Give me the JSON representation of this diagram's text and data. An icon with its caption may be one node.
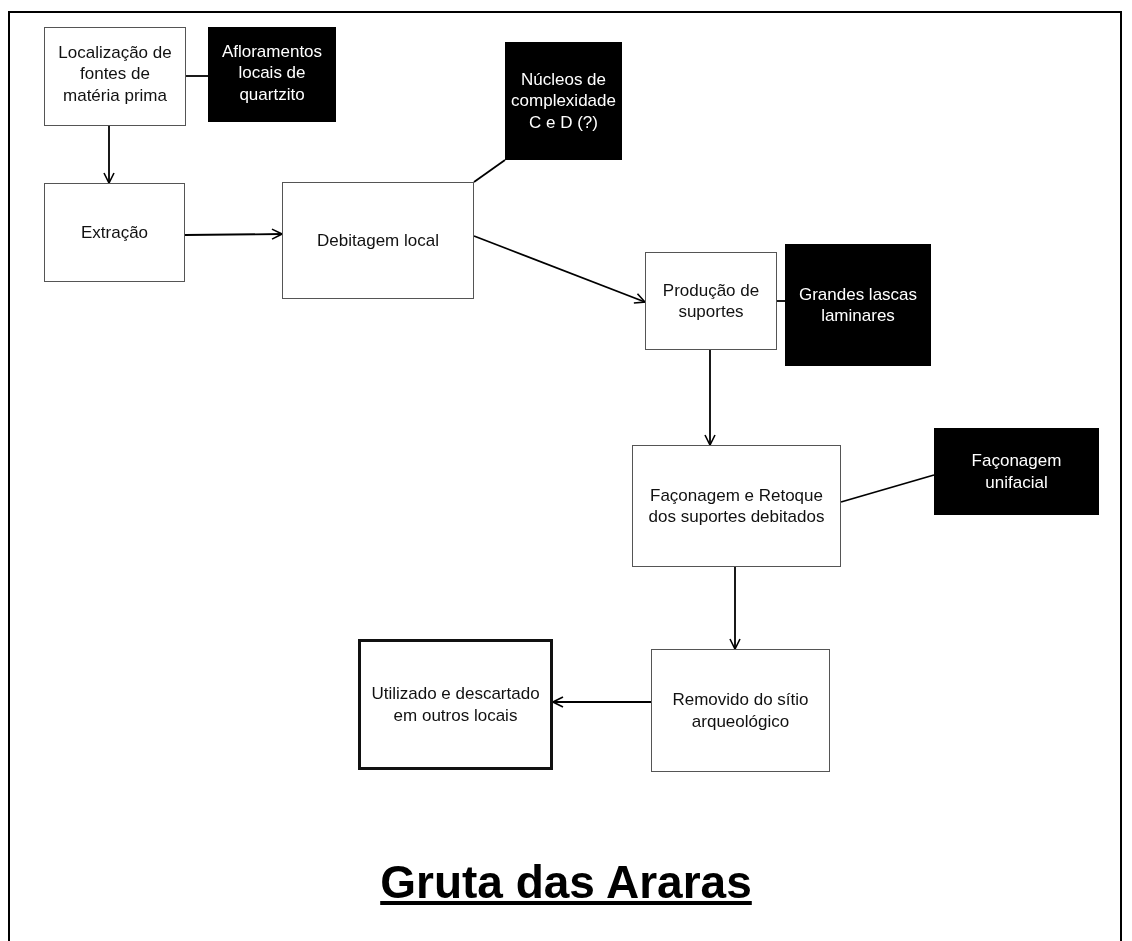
{
  "diagram": {
    "title": "Gruta das Araras",
    "nodes": [
      {
        "text": [
          "Localização de fontes de matéria prima"
        ]
      },
      {
        "text": [
          "Afloramentos locais de quartzito"
        ]
      },
      {
        "text": [
          "Núcleos de complexidade C e D (?)"
        ]
      },
      {
        "text": [
          "Extração"
        ]
      },
      {
        "text": [
          "Debitagem local"
        ]
      },
      {
        "text": [
          "Produção de suportes"
        ]
      },
      {
        "text": [
          "Grandes lascas laminares"
        ]
      },
      {
        "text": [
          "Façonagem e Retoque dos suportes debitados"
        ]
      },
      {
        "text": [
          "Façonagem unifacial"
        ]
      },
      {
        "text": [
          "Removido do sítio arqueológico"
        ]
      },
      {
        "text": [
          "Utilizado e descartado em outros locais"
        ]
      }
    ],
    "edges": [
      {
        "from": 0,
        "to": 1,
        "arrow": "none"
      },
      {
        "from": 0,
        "to": 3,
        "arrow": "to"
      },
      {
        "from": 3,
        "to": 4,
        "arrow": "to"
      },
      {
        "from": 4,
        "to": 2,
        "arrow": "none"
      },
      {
        "from": 4,
        "to": 5,
        "arrow": "to"
      },
      {
        "from": 5,
        "to": 6,
        "arrow": "none"
      },
      {
        "from": 5,
        "to": 7,
        "arrow": "to"
      },
      {
        "from": 7,
        "to": 8,
        "arrow": "none"
      },
      {
        "from": 7,
        "to": 9,
        "arrow": "to"
      },
      {
        "from": 9,
        "to": 10,
        "arrow": "to"
      }
    ]
  }
}
